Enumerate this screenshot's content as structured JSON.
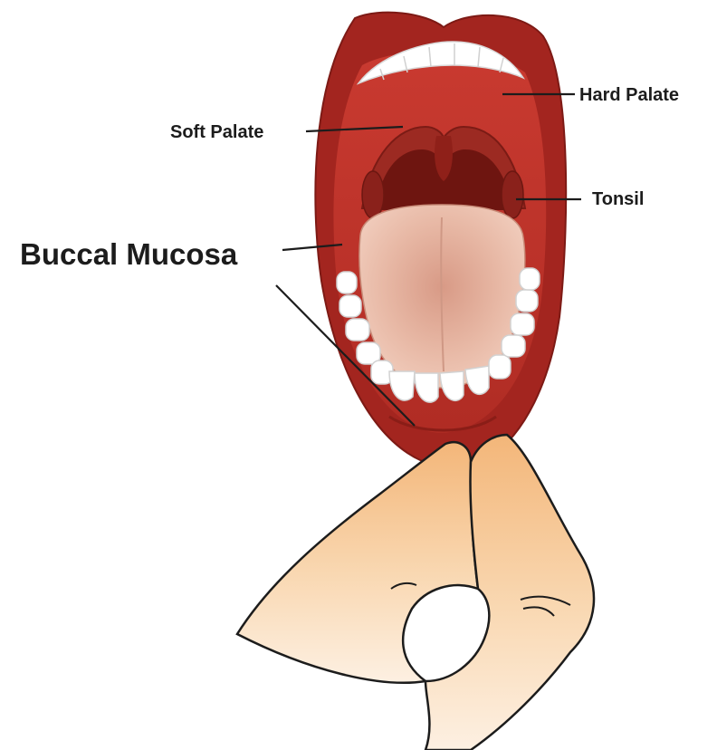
{
  "labels": {
    "hard_palate": "Hard Palate",
    "soft_palate": "Soft Palate",
    "tonsil": "Tonsil",
    "buccal_mucosa": "Buccal Mucosa"
  },
  "colors": {
    "lip_red": "#a3251f",
    "mouth_red": "#c3342c",
    "throat_dark": "#6e1510",
    "tongue_pink": "#e6b4a1",
    "teeth_white": "#ffffff",
    "skin": "#f6c796",
    "outline": "#1c1c1c"
  }
}
